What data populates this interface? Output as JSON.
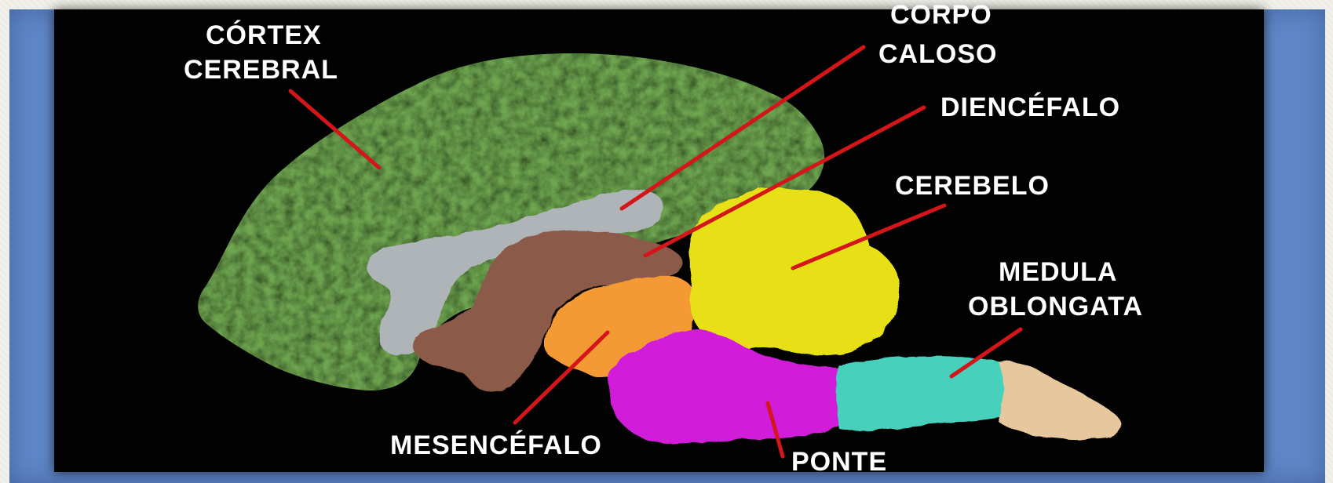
{
  "labels": {
    "cortex_line1": "CÓRTEX",
    "cortex_line2": "CEREBRAL",
    "corpo_line1": "CORPO",
    "corpo_line2": "CALOSO",
    "diencefalo": "DIENCÉFALO",
    "cerebelo": "CEREBELO",
    "medula_line1": "MEDULA",
    "medula_line2": "OBLONGATA",
    "mesencefalo": "MESENCÉFALO",
    "ponte": "PONTE"
  },
  "colors": {
    "cortex": "#6fa650",
    "corpo_caloso": "#aeb4b8",
    "diencefalo": "#8c5a48",
    "mesencefalo": "#f39a35",
    "cerebelo": "#e8e012",
    "ponte": "#d11ed9",
    "medula": "#47d1bd",
    "spinal": "#e7c79d",
    "leader_line": "#d4161a",
    "frame": "#5f86c6",
    "panel": "#020202"
  }
}
